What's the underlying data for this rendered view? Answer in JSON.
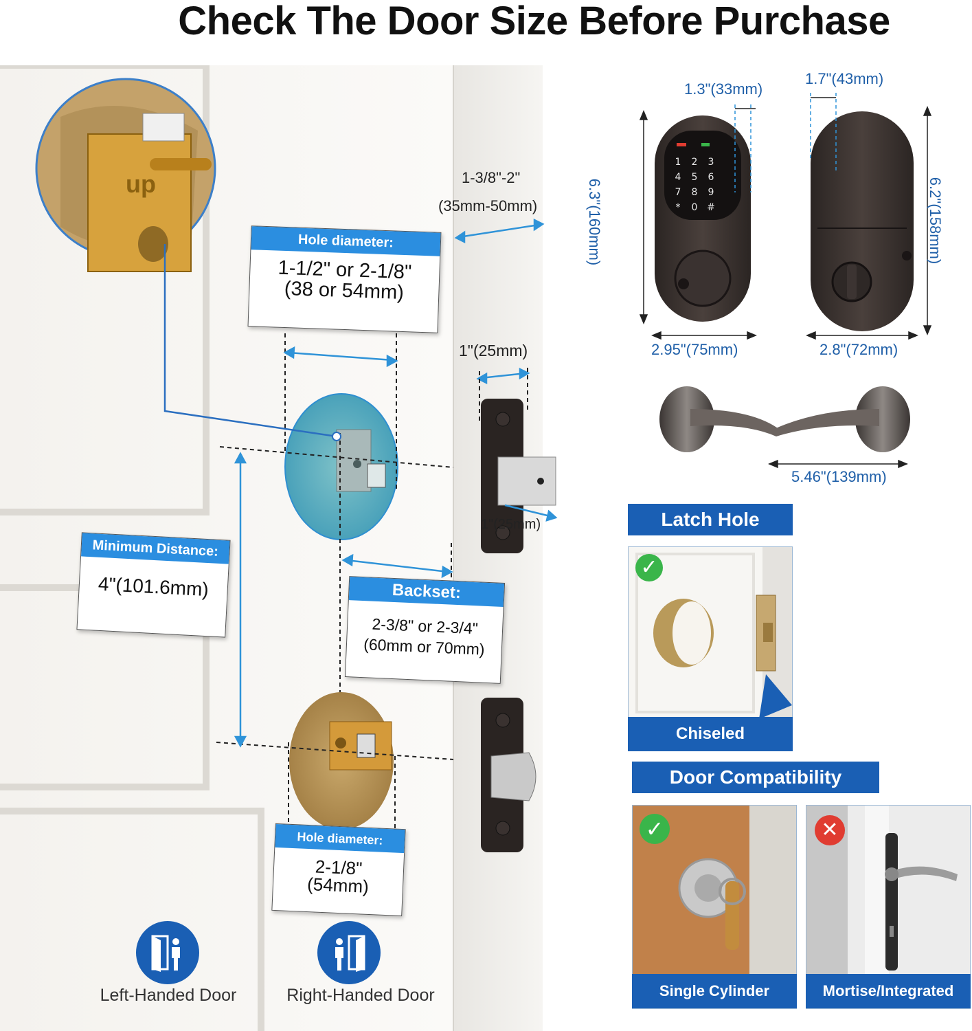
{
  "title": "Check The Door Size Before Purchase",
  "door_measures": {
    "thickness": {
      "line1": "1-3/8\"-2\"",
      "line2": "(35mm-50mm)"
    },
    "hole_diameter_top": {
      "header": "Hole diameter:",
      "line1": "1-1/2\" or 2-1/8\"",
      "line2": "(38 or 54mm)"
    },
    "latch_faceplate": "1\"(25mm)",
    "latch_depth": "1\"(25mm)",
    "min_distance": {
      "header": "Minimum Distance:",
      "value": "4\"(101.6mm)"
    },
    "backset": {
      "header": "Backset:",
      "line1": "2-3/8\" or 2-3/4\"",
      "line2": "(60mm or 70mm)"
    },
    "hole_diameter_bottom": {
      "header": "Hole diameter:",
      "line1": "2-1/8\"",
      "line2": "(54mm)"
    },
    "latch_engraving": "up"
  },
  "product_dims": {
    "front_depth": "1.3\"(33mm)",
    "back_depth": "1.7\"(43mm)",
    "front_height": "6.3\"(160mm)",
    "back_height": "6.2\"(158mm)",
    "front_width": "2.95\"(75mm)",
    "back_width": "2.8\"(72mm)",
    "lever_width": "5.46\"(139mm)",
    "keypad_keys": [
      "1",
      "2",
      "3",
      "4",
      "5",
      "6",
      "7",
      "8",
      "9",
      "*",
      "0",
      "#"
    ]
  },
  "latch_hole": {
    "title": "Latch Hole",
    "caption": "Chiseled"
  },
  "door_compat": {
    "title": "Door Compatibility",
    "ok_caption": "Single Cylinder",
    "bad_caption": "Mortise/Integrated"
  },
  "handedness": {
    "left": "Left-Handed Door",
    "right": "Right-Handed Door"
  },
  "colors": {
    "accent": "#1a5fb4",
    "callout_header": "#2b8ee0",
    "ok": "#3ab54a",
    "bad": "#e03c31"
  }
}
